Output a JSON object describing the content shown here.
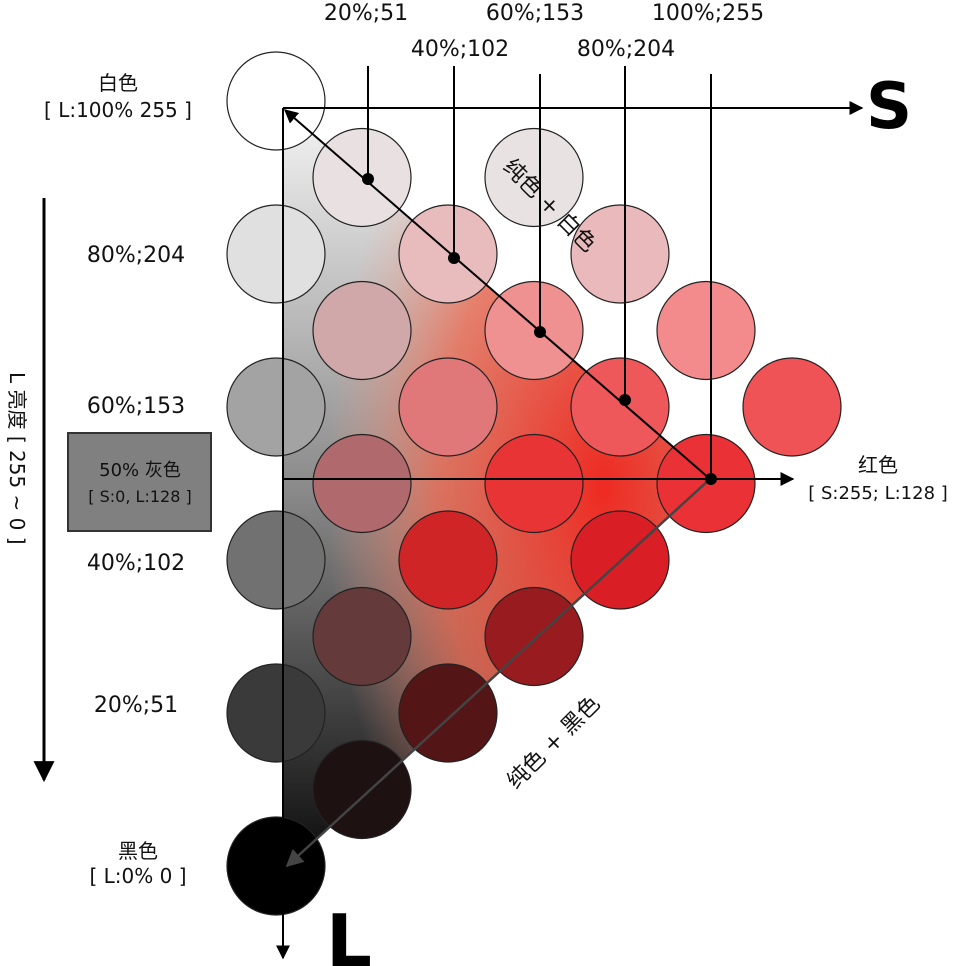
{
  "top_labels": {
    "s20": "20%;51",
    "s40": "40%;102",
    "s60": "60%;153",
    "s80": "80%;204",
    "s100": "100%;255"
  },
  "left_labels": {
    "l80": "80%;204",
    "l60": "60%;153",
    "l40": "40%;102",
    "l20": "20%;51"
  },
  "white": {
    "name": "白色",
    "value": "[ L:100% 255 ]"
  },
  "black": {
    "name": "黑色",
    "value": "[ L:0% 0 ]"
  },
  "red": {
    "name": "红色",
    "value": "[ S:255; L:128 ]"
  },
  "gray": {
    "name": "50% 灰色",
    "value": "[ S:0, L:128 ]"
  },
  "axis": {
    "s": "S",
    "l": "L"
  },
  "lightness_label": "L 亮度 [ 255 ~ 0 ]",
  "tint_label": "纯色 + 白色",
  "shade_label": "纯色 + 黑色",
  "colors": {
    "grid": [
      [
        "#ffffff"
      ],
      [
        "#e9e1e1",
        "#e8e2e2"
      ],
      [
        "#e0e0e0",
        "#e8bcbd",
        "#eab9bb"
      ],
      [
        "#d0a8a9",
        "#f09191",
        "#f38a8c"
      ],
      [
        "#a3a3a3",
        "#e07879",
        "#ef585a",
        "#ef5356"
      ],
      [
        "#b06a6d",
        "#e93436",
        "#ea3135"
      ],
      [
        "#717171",
        "#cf2527",
        "#d91f25"
      ],
      [
        "#643a3a",
        "#981b1f"
      ],
      [
        "#3a3a3a",
        "#531516"
      ],
      [
        "#1d1111"
      ],
      [
        "#000000"
      ]
    ]
  }
}
